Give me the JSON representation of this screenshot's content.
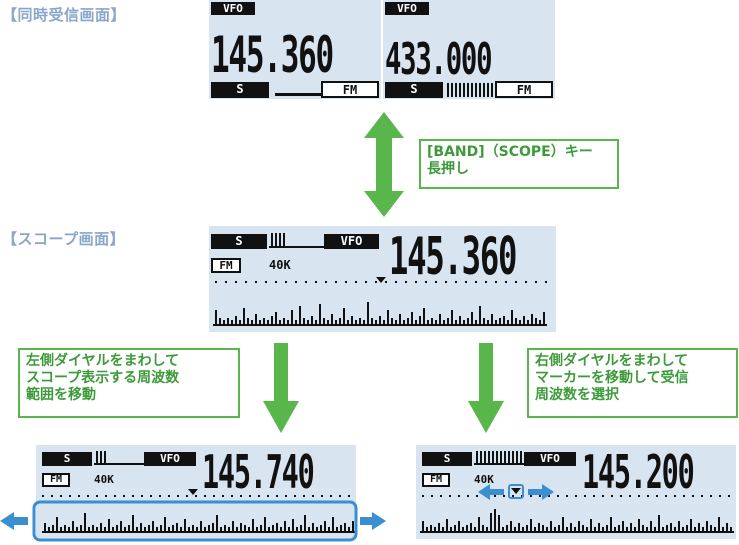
{
  "headings": {
    "dual_watch": "【同時受信画面】",
    "scope": "【スコープ画面】"
  },
  "top": {
    "left": {
      "mode": "VFO",
      "freq": "145.360",
      "s_label": "S",
      "fm_label": "FM"
    },
    "right": {
      "mode": "VFO",
      "freq": "433.000",
      "s_label": "S",
      "fm_label": "FM"
    }
  },
  "scope": {
    "s_label": "S",
    "vfo_label": "VFO",
    "fm_label": "FM",
    "span": "40K",
    "freq": "145.360"
  },
  "bottom_left": {
    "s_label": "S",
    "vfo_label": "VFO",
    "fm_label": "FM",
    "span": "40K",
    "freq": "145.740"
  },
  "bottom_right": {
    "s_label": "S",
    "vfo_label": "VFO",
    "fm_label": "FM",
    "span": "40K",
    "freq": "145.200"
  },
  "callouts": {
    "band_scope": [
      "[BAND]（SCOPE）キー",
      "長押し"
    ],
    "left_dial": [
      "左側ダイヤルをまわして",
      "スコープ表示する周波数",
      "範囲を移動"
    ],
    "right_dial": [
      "右側ダイヤルをまわして",
      "マーカーを移動して受信",
      "周波数を選択"
    ]
  },
  "colors": {
    "lcd": "#d9e4f1",
    "green": "#58b64b",
    "blue": "#3a8fd0",
    "heading": "#8aa6c8"
  }
}
